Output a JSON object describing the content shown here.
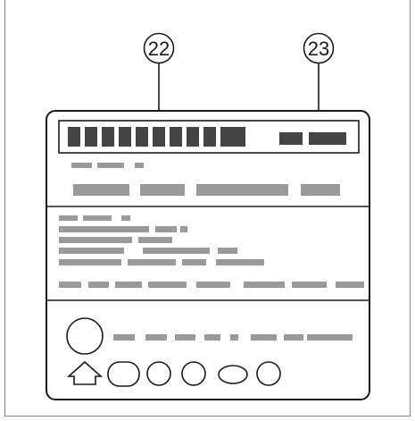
{
  "callouts": [
    {
      "number": "22",
      "target": "left-bar-group"
    },
    {
      "number": "23",
      "target": "right-bar-group"
    }
  ],
  "colors": {
    "line": "#1a1a1a",
    "dark_block": "#444444",
    "gray_bar": "#9a9a9a",
    "background": "#ffffff"
  }
}
